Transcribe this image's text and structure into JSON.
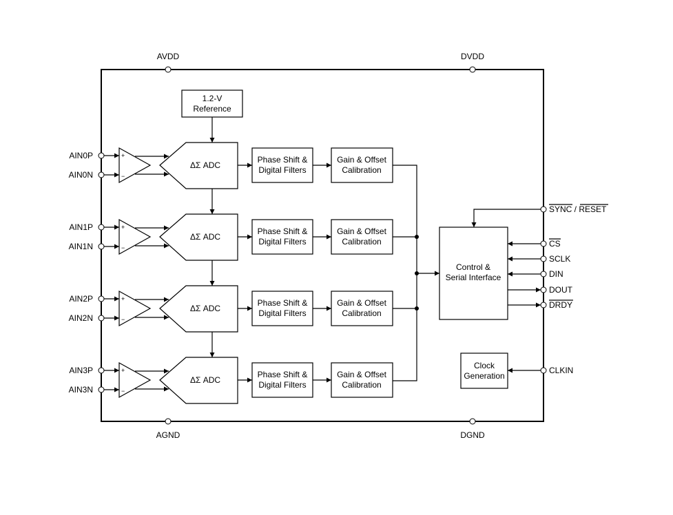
{
  "supply_pins": {
    "avdd": "AVDD",
    "dvdd": "DVDD",
    "agnd": "AGND",
    "dgnd": "DGND"
  },
  "reference": [
    "1.2-V",
    "Reference"
  ],
  "amp_signs": {
    "plus": "+",
    "minus": "−"
  },
  "channels": [
    {
      "inp": "AIN0P",
      "inn": "AIN0N",
      "adc": "ΔΣ ADC",
      "filter": [
        "Phase Shift &",
        "Digital Filters"
      ],
      "calib": [
        "Gain & Offset",
        "Calibration"
      ]
    },
    {
      "inp": "AIN1P",
      "inn": "AIN1N",
      "adc": "ΔΣ ADC",
      "filter": [
        "Phase Shift &",
        "Digital Filters"
      ],
      "calib": [
        "Gain & Offset",
        "Calibration"
      ]
    },
    {
      "inp": "AIN2P",
      "inn": "AIN2N",
      "adc": "ΔΣ ADC",
      "filter": [
        "Phase Shift &",
        "Digital Filters"
      ],
      "calib": [
        "Gain & Offset",
        "Calibration"
      ]
    },
    {
      "inp": "AIN3P",
      "inn": "AIN3N",
      "adc": "ΔΣ ADC",
      "filter": [
        "Phase Shift &",
        "Digital Filters"
      ],
      "calib": [
        "Gain & Offset",
        "Calibration"
      ]
    }
  ],
  "control": [
    "Control &",
    "Serial Interface"
  ],
  "clock": [
    "Clock",
    "Generation"
  ],
  "digital_pins": {
    "sync": "SYNC",
    "sep": " / ",
    "reset": "RESET",
    "cs": "CS",
    "sclk": "SCLK",
    "din": "DIN",
    "dout": "DOUT",
    "drdy": "DRDY",
    "clkin": "CLKIN"
  }
}
